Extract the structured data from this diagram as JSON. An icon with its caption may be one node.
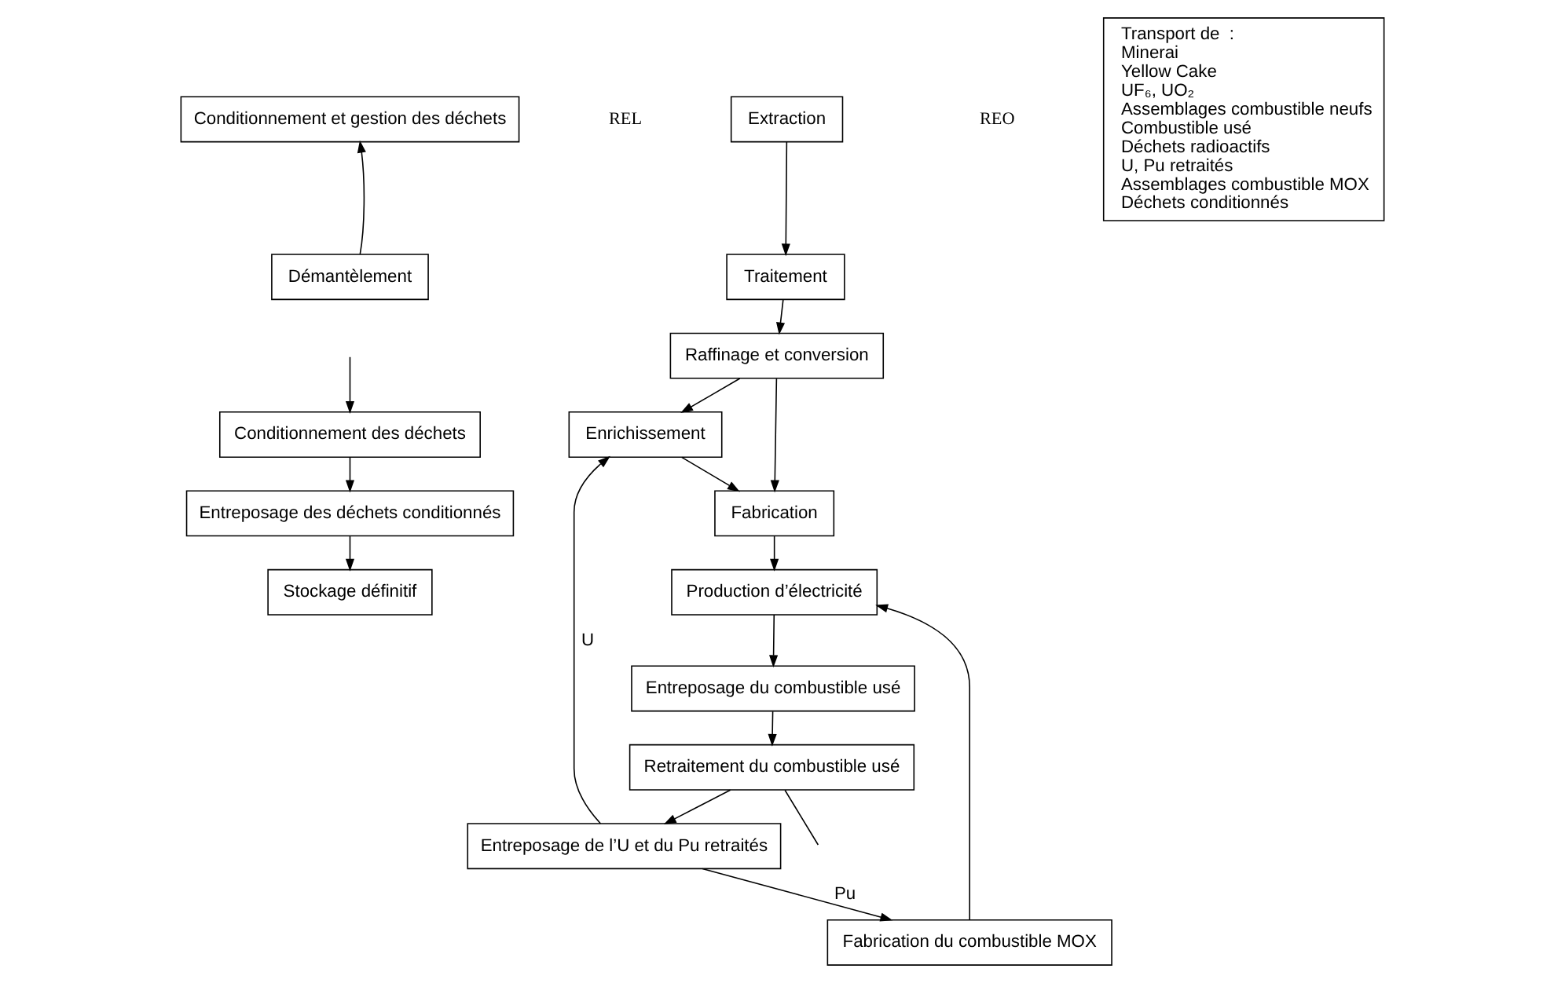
{
  "diagram": {
    "nodes": [
      {
        "text": [
          "Conditionnement et gestion des déchets"
        ]
      },
      {
        "text": [
          "Extraction"
        ]
      },
      {
        "text": [
          "Transport de  :",
          "Minerai",
          "Yellow Cake",
          "UF₆, UO₂",
          "Assemblages combustible neufs",
          "Combustible usé",
          "Déchets radioactifs",
          "U, Pu retraités",
          "Assemblages combustible MOX",
          "Déchets conditionnés"
        ]
      },
      {
        "text": [
          "Démantèlement"
        ]
      },
      {
        "text": [
          "Traitement"
        ]
      },
      {
        "text": [
          "Raffinage et conversion"
        ]
      },
      {
        "text": [
          "Enrichissement"
        ]
      },
      {
        "text": [
          "Fabrication"
        ]
      },
      {
        "text": [
          "Conditionnement des déchets"
        ]
      },
      {
        "text": [
          "Production d’électricité"
        ]
      },
      {
        "text": [
          "Fabrication du combustible MOX"
        ]
      },
      {
        "text": [
          "Entreposage des déchets conditionnés"
        ]
      },
      {
        "text": [
          "Entreposage du combustible usé"
        ]
      },
      {
        "text": [
          "Entreposage de l’U et du Pu retraités"
        ]
      },
      {
        "text": [
          "Stockage définitif"
        ]
      },
      {
        "text": [
          "Retraitement du combustible usé"
        ]
      }
    ],
    "edges": [
      {
        "from": 3,
        "to": 0,
        "arrow": "to"
      },
      {
        "from": 1,
        "to": 4,
        "arrow": "to"
      },
      {
        "from": 4,
        "to": 5,
        "arrow": "to"
      },
      {
        "from": 5,
        "to": 6,
        "arrow": "to"
      },
      {
        "from": 5,
        "to": 7,
        "arrow": "to"
      },
      {
        "from": 6,
        "to": 7,
        "arrow": "to"
      },
      {
        "from": 7,
        "to": 9,
        "arrow": "to"
      },
      {
        "from": 10,
        "to": 9,
        "arrow": "to"
      },
      {
        "from": 9,
        "to": 12,
        "arrow": "to"
      },
      {
        "from": 12,
        "to": 15,
        "arrow": "to"
      },
      {
        "from": 15,
        "to": 13,
        "arrow": "to"
      },
      {
        "from": 13,
        "to": 10,
        "arrow": "to",
        "label": "Pu"
      },
      {
        "from": 13,
        "to": 6,
        "arrow": "to",
        "label": "U"
      },
      {
        "from": 8,
        "to": 11,
        "arrow": "to"
      },
      {
        "from": 11,
        "to": 14,
        "arrow": "to"
      },
      {
        "from": 15,
        "to": null,
        "arrow": "none"
      },
      {
        "from": null,
        "to": 8,
        "arrow": "to"
      }
    ],
    "labels": [
      "REL",
      "REO"
    ]
  }
}
